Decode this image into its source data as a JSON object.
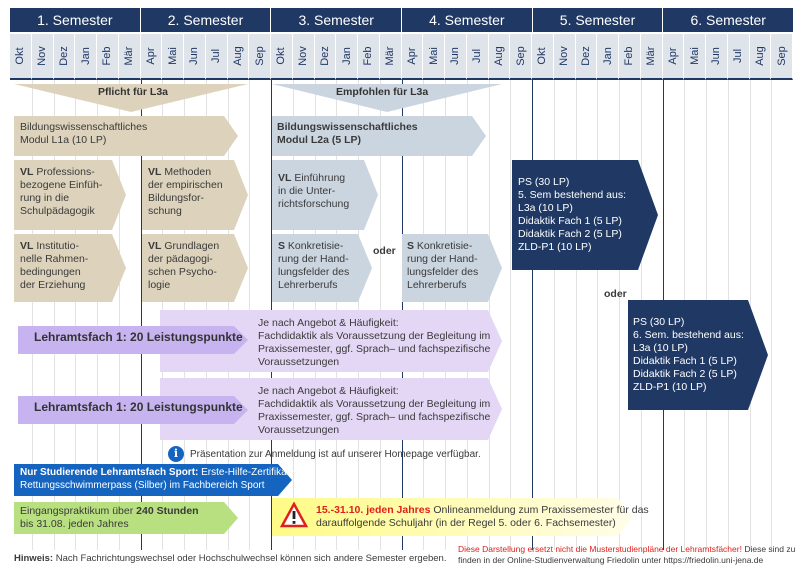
{
  "semesters": [
    "1. Semester",
    "2. Semester",
    "3. Semester",
    "4. Semester",
    "5. Semester",
    "6. Semester"
  ],
  "months": [
    "Okt",
    "Nov",
    "Dez",
    "Jan",
    "Feb",
    "Mär",
    "Apr",
    "Mai",
    "Jun",
    "Jul",
    "Aug",
    "Sep",
    "Okt",
    "Nov",
    "Dez",
    "Jan",
    "Feb",
    "Mär",
    "Apr",
    "Mai",
    "Jun",
    "Jul",
    "Aug",
    "Sep",
    "Okt",
    "Nov",
    "Dez",
    "Jan",
    "Feb",
    "Mär",
    "Apr",
    "Mai",
    "Jun",
    "Jul",
    "Aug",
    "Sep"
  ],
  "headers": {
    "pflicht": "Pflicht für L3a",
    "empfohlen": "Empfohlen für L3a"
  },
  "modules": {
    "l1a": {
      "line1": "Bildungswissenschaftliches",
      "line2": "Modul L1a (10 LP)"
    },
    "l2a": {
      "line1": "Bildungswissenschaftliches",
      "line2": "Modul L2a (5 LP)"
    },
    "vl_prof": {
      "prefix": "VL",
      "l1": " Professions-",
      "l2": "bezogene Einfüh-",
      "l3": "rung in die",
      "l4": "Schulpädagogik"
    },
    "vl_inst": {
      "prefix": "VL",
      "l1": " Institutio-",
      "l2": "nelle Rahmen-",
      "l3": "bedingungen",
      "l4": "der Erziehung"
    },
    "vl_meth": {
      "prefix": "VL",
      "l1": " Methoden",
      "l2": "der empirischen",
      "l3": "Bildungsfor-",
      "l4": "schung"
    },
    "vl_grund": {
      "prefix": "VL",
      "l1": " Grundlagen",
      "l2": "der pädagogi-",
      "l3": "schen Psycho-",
      "l4": "logie"
    },
    "vl_einf": {
      "prefix": "VL",
      "l1": " Einführung",
      "l2": "in die Unter-",
      "l3": "richtsforschung"
    },
    "s_konk1": {
      "prefix": "S",
      "l1": " Konkretisie-",
      "l2": "rung der Hand-",
      "l3": "lungsfelder des",
      "l4": "Lehrerberufs"
    },
    "s_konk2": {
      "prefix": "S",
      "l1": " Konkretisie-",
      "l2": "rung der Hand-",
      "l3": "lungsfelder des",
      "l4": "Lehrerberufs"
    },
    "oder1": "oder",
    "oder2": "oder"
  },
  "ps5": {
    "l1": "PS (30 LP)",
    "l2": "5. Sem bestehend aus:",
    "l3": "L3a (10 LP)",
    "l4": "Didaktik Fach 1 (5 LP)",
    "l5": "Didaktik Fach 2 (5 LP)",
    "l6": "ZLD-P1 (10 LP)"
  },
  "ps6": {
    "l1": "PS (30 LP)",
    "l2": "6. Sem. bestehend aus:",
    "l3": "L3a (10 LP)",
    "l4": "Didaktik Fach 1 (5 LP)",
    "l5": "Didaktik Fach 2 (5 LP)",
    "l6": "ZLD-P1 (10 LP)"
  },
  "lehramt": {
    "fach1": "Lehramtsfach 1: 20 Leistungspunkte",
    "fach2": "Lehramtsfach 2: 20 Leistungspunkte",
    "desc": {
      "l1": "Je nach Angebot & Häufigkeit:",
      "l2": "Fachdidaktik als Voraussetzung der Begleitung im",
      "l3": "Praxissemester, ggf. Sprach– und fachspezifische",
      "l4": "Voraussetzungen"
    }
  },
  "info": "Präsentation zur Anmeldung ist auf unserer Homepage verfügbar.",
  "sport": {
    "bold": "Nur Studierende Lehramtsfach Sport:",
    "l1": " Erste-Hilfe-Zertifikat +",
    "l2": "Rettungsschwimmerpass (Silber) im Fachbereich Sport"
  },
  "praktikum": {
    "l1a": "Eingangspraktikum über ",
    "l1b": "240  Stunden",
    "l2": "bis 31.08. jeden Jahres"
  },
  "anmeldung": {
    "bold": "15.-31.10. jeden Jahres",
    "l1": " Onlineanmeldung zum Praxissemester für das",
    "l2": "darauffolgende Schuljahr (in der Regel 5. oder 6. Fachsemester)"
  },
  "hinweis": {
    "bold": "Hinweis:",
    "text": " Nach Fachrichtungswechsel oder Hochschulwechsel können sich andere Semester ergeben."
  },
  "disclaimer": {
    "red": "Diese Darstellung ersetzt nicht die Musterstudienpläne der Lehramtsfächer!",
    "l1": " Diese sind zu",
    "l2": "finden in der Online-Studienverwaltung Friedolin unter https://friedolin.uni-jena.de"
  }
}
